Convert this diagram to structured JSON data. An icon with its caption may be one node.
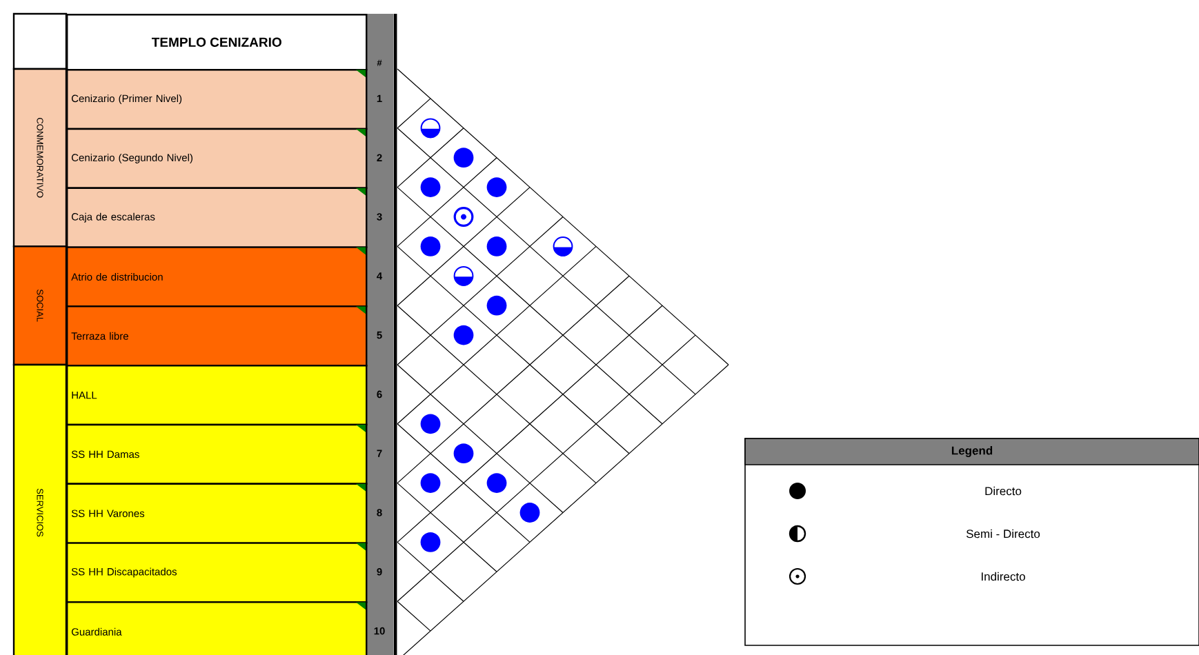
{
  "diagram": {
    "nodes": [
      {
        "text": [
          "TEMPLO CENIZARIO"
        ]
      },
      {
        "text": [
          "#"
        ]
      },
      {
        "text": [
          "CONMEMORATIVO"
        ]
      },
      {
        "text": [
          "Cenizario (Primer Nivel)"
        ]
      },
      {
        "text": [
          "1"
        ]
      },
      {
        "text": [
          "Cenizario (Segundo Nivel)"
        ]
      },
      {
        "text": [
          "2"
        ]
      },
      {
        "text": [
          "Caja de escaleras"
        ]
      },
      {
        "text": [
          "3"
        ]
      },
      {
        "text": [
          "SOCIAL"
        ]
      },
      {
        "text": [
          "Atrio de distribucion"
        ]
      },
      {
        "text": [
          "4"
        ]
      },
      {
        "text": [
          "Terraza libre"
        ]
      },
      {
        "text": [
          "5"
        ]
      },
      {
        "text": [
          "SERVICIOS"
        ]
      },
      {
        "text": [
          "HALL"
        ]
      },
      {
        "text": [
          "6"
        ]
      },
      {
        "text": [
          "SS HH Damas"
        ]
      },
      {
        "text": [
          "7"
        ]
      },
      {
        "text": [
          "SS HH Varones"
        ]
      },
      {
        "text": [
          "8"
        ]
      },
      {
        "text": [
          "SS HH Discapacitados"
        ]
      },
      {
        "text": [
          "9"
        ]
      },
      {
        "text": [
          "Guardiania"
        ]
      },
      {
        "text": [
          "10"
        ]
      },
      {
        "text": [],
        "shape": "half-circle"
      },
      {
        "text": [],
        "shape": "circle"
      },
      {
        "text": [],
        "shape": "circle"
      },
      {
        "text": [],
        "shape": "circle"
      },
      {
        "text": [],
        "shape": "ring"
      },
      {
        "text": [],
        "shape": "circle"
      },
      {
        "text": [],
        "shape": "circle"
      },
      {
        "text": [],
        "shape": "half-circle"
      },
      {
        "text": [],
        "shape": "half-circle"
      },
      {
        "text": [],
        "shape": "circle"
      },
      {
        "text": [],
        "shape": "circle"
      },
      {
        "text": [],
        "shape": "circle"
      },
      {
        "text": [],
        "shape": "circle"
      },
      {
        "text": [],
        "shape": "circle"
      },
      {
        "text": [],
        "shape": "circle"
      },
      {
        "text": [],
        "shape": "circle"
      },
      {
        "text": [],
        "shape": "circle"
      }
    ],
    "labels": [
      "Legend"
    ],
    "legend": [
      {
        "text": "Directo"
      },
      {
        "text": "Semi - Directo"
      },
      {
        "text": "Indirecto"
      }
    ]
  }
}
